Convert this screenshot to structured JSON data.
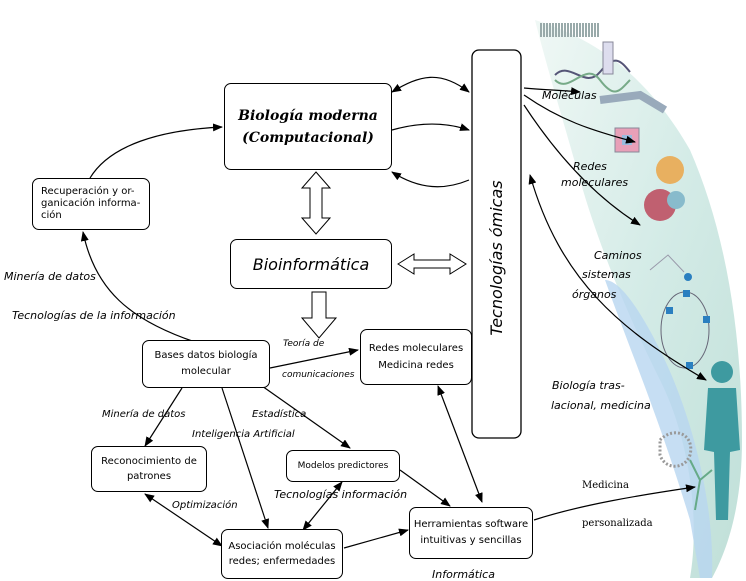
{
  "nodes": {
    "biologia_moderna_line1": "Biología moderna",
    "biologia_moderna_line2": "(Computacional)",
    "bioinformatica": "Bioinformática",
    "tecnologias_omicas": "Tecnologías ómicas",
    "recuperacion_line1": "Recuperación y or-",
    "recuperacion_line2": "ganicación informa-",
    "recuperacion_line3": "ción",
    "bases_line1": "Bases datos biología",
    "bases_line2": "molecular",
    "redes_line1": "Redes moleculares",
    "redes_line2": "Medicina redes",
    "reconocimiento_line1": "Reconocimiento de",
    "reconocimiento_line2": "patrones",
    "modelos": "Modelos predictores",
    "asociacion_line1": "Asociación moléculas",
    "asociacion_line2": "redes; enfermedades",
    "herramientas_line1": "Herramientas software",
    "herramientas_line2": "intuitivas y sencillas"
  },
  "edge_labels": {
    "mineria_datos_left": "Minería de datos",
    "tecnologias_informacion_left": "Tecnologías de la información",
    "teoria_line1": "Teoría de",
    "teoria_line2": "comunicaciones",
    "mineria_datos_mid": "Minería de datos",
    "estadistica": "Estadística",
    "inteligencia_artificial": "Inteligencia Artificial",
    "optimizacion": "Optimización",
    "tecnologias_informacion_bottom": "Tecnologías información",
    "informatica": "Informática",
    "medicina": "Medicina",
    "personalizada": "personalizada"
  },
  "side_labels": {
    "moleculas": "Moléculas",
    "redes_line1": "Redes",
    "redes_line2": "moleculares",
    "caminos_line1": "Caminos",
    "caminos_line2": "sistemas",
    "caminos_line3": "órganos",
    "biologia_tras_line1": "Biología tras-",
    "biologia_tras_line2": "lacional, medicina"
  },
  "icons": [
    "dna-helix-icon",
    "protein-structure-icon",
    "molecular-network-icon",
    "pathway-cycle-icon",
    "human-figure-icon"
  ],
  "colors": {
    "band": "#cfe9e4",
    "band_blue": "#b8d6f0",
    "node_blue": "#2a7fc0",
    "stroke": "#000000"
  }
}
